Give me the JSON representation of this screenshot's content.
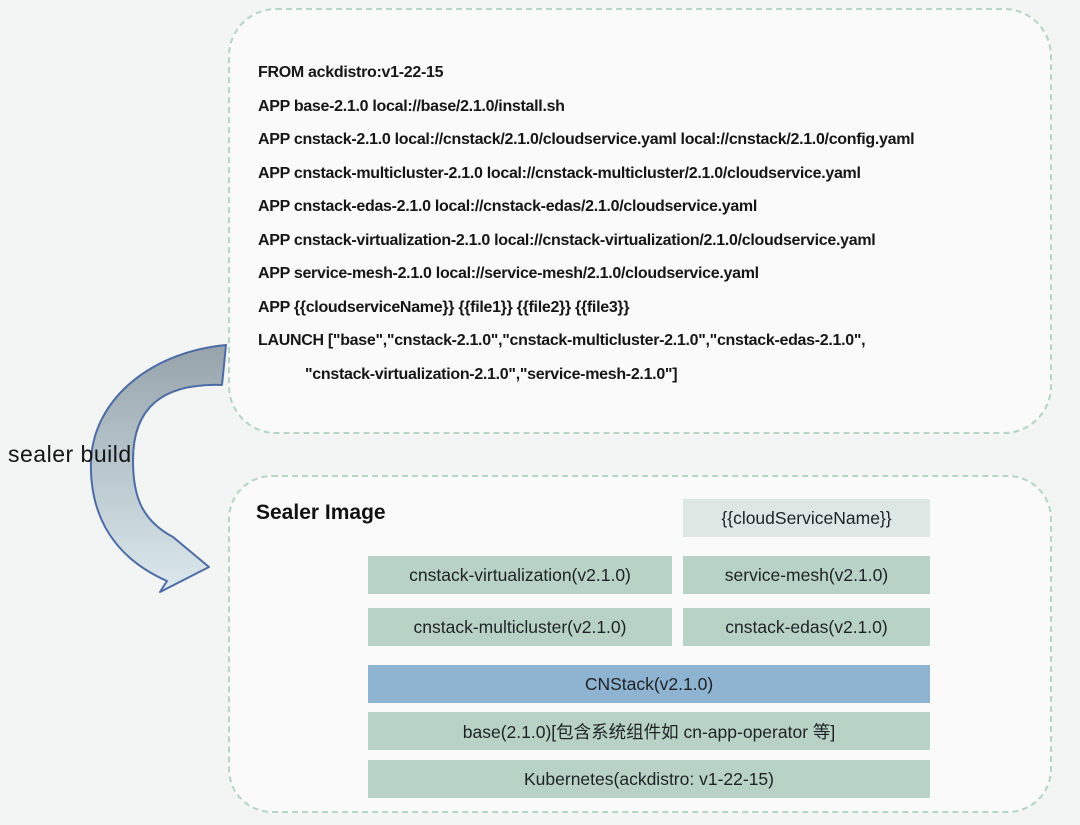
{
  "kubefile_panel": {
    "lines": [
      "FROM ackdistro:v1-22-15",
      "APP base-2.1.0 local://base/2.1.0/install.sh",
      "APP cnstack-2.1.0 local://cnstack/2.1.0/cloudservice.yaml local://cnstack/2.1.0/config.yaml",
      "APP cnstack-multicluster-2.1.0 local://cnstack-multicluster/2.1.0/cloudservice.yaml",
      "APP cnstack-edas-2.1.0 local://cnstack-edas/2.1.0/cloudservice.yaml",
      "APP cnstack-virtualization-2.1.0 local://cnstack-virtualization/2.1.0/cloudservice.yaml",
      "APP service-mesh-2.1.0 local://service-mesh/2.1.0/cloudservice.yaml",
      "APP {{cloudserviceName}} {{file1}} {{file2}} {{file3}}",
      "LAUNCH [\"base\",\"cnstack-2.1.0\",\"cnstack-multicluster-2.1.0\",\"cnstack-edas-2.1.0\",",
      "\"cnstack-virtualization-2.1.0\",\"service-mesh-2.1.0\"]"
    ]
  },
  "arrow": {
    "label": "sealer build"
  },
  "sealer_image": {
    "title": "Sealer Image",
    "cells": [
      {
        "label": "{{cloudServiceName}}",
        "color": "light"
      },
      {
        "label": "cnstack-virtualization(v2.1.0)",
        "color": "green"
      },
      {
        "label": "service-mesh(v2.1.0)",
        "color": "green"
      },
      {
        "label": "cnstack-multicluster(v2.1.0)",
        "color": "green"
      },
      {
        "label": "cnstack-edas(v2.1.0)",
        "color": "green"
      },
      {
        "label": "CNStack(v2.1.0)",
        "color": "blue"
      },
      {
        "label": "base(2.1.0)[包含系统组件如 cn-app-operator 等]",
        "color": "green"
      },
      {
        "label": "Kubernetes(ackdistro: v1-22-15)",
        "color": "green"
      }
    ]
  },
  "colors": {
    "page_bg": "#f3f4f4",
    "panel_bg": "#f9faf9",
    "dash_border": "#b5d5c5",
    "box_green": "#b9d2c6",
    "box_blue": "#8fb4d1",
    "box_light": "#dde8e5",
    "arrow_stroke": "#4d6ca6",
    "arrow_gradient_top": "#97a3ab",
    "arrow_gradient_bottom": "#dce8ed"
  }
}
